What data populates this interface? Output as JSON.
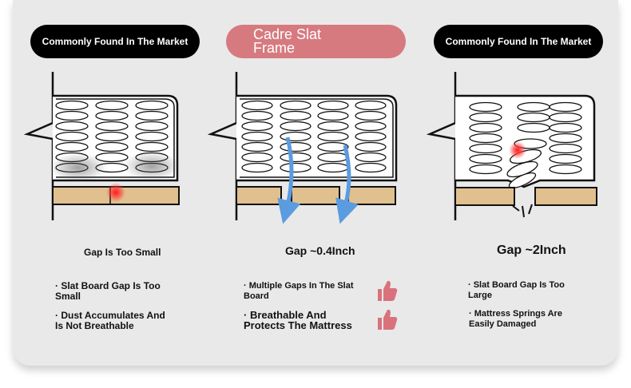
{
  "columns": [
    {
      "header": "Commonly Found In The Market",
      "gap_label": "Gap Is Too Small",
      "bullets": [
        "· Slat Board Gap Is Too Small",
        "· Dust Accumulates And Is Not Breathable"
      ]
    },
    {
      "header_line1": "Cadre Slat",
      "header_line2": "Frame",
      "gap_label": "Gap ~0.4Inch",
      "bullets": [
        "· Multiple Gaps In The Slat Board",
        "· Breathable And Protects The Mattress"
      ]
    },
    {
      "header": "Commonly Found In The Market",
      "gap_label": "Gap ~2Inch",
      "bullets": [
        "· Slat Board Gap Is Too Large",
        "· Mattress Springs Are Easily Damaged"
      ]
    }
  ],
  "colors": {
    "pill_dark": "#000000",
    "pill_pink": "#d67a80",
    "slat": "#e0c08e",
    "arrow": "#5b9be0",
    "thumb": "#d9727c",
    "hotspot": "#ff2a2a"
  },
  "icons": {
    "approve": "thumbs-up-icon"
  }
}
